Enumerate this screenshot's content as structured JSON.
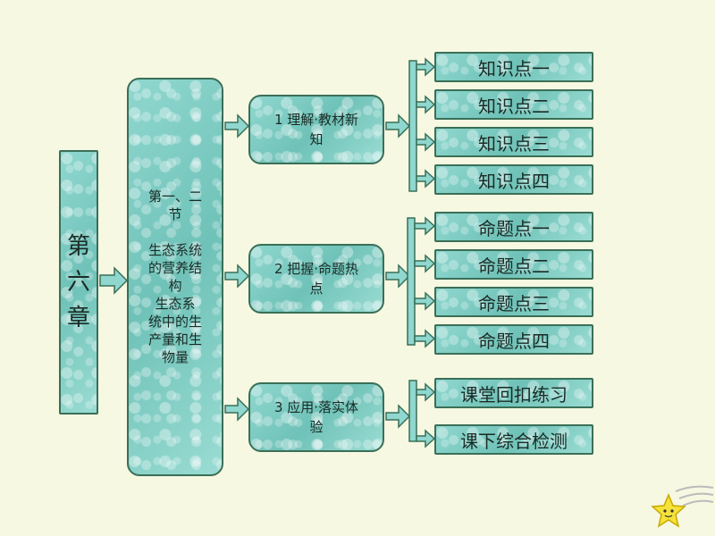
{
  "chapter": {
    "chars": [
      "第",
      "六",
      "章"
    ]
  },
  "section": {
    "line1": "第一、二",
    "line2": "节",
    "title_lines": [
      "生态系统",
      "的营养结",
      "构",
      "生态系",
      "统中的生",
      "产量和生",
      "物量"
    ]
  },
  "steps": [
    {
      "line1": "1  理解·教材新",
      "line2": "知"
    },
    {
      "line1": "2  把握·命题热",
      "line2": "点"
    },
    {
      "line1": "3  应用·落实体",
      "line2": "验"
    }
  ],
  "leaves_1": [
    "知识点一",
    "知识点二",
    "知识点三",
    "知识点四"
  ],
  "leaves_2": [
    "命题点一",
    "命题点二",
    "命题点三",
    "命题点四"
  ],
  "leaves_3": [
    "课堂回扣练习",
    "课下综合检测"
  ],
  "colors": {
    "box_fill": "#7fcfc5",
    "border": "#3a6f57",
    "background": "#f6f8e2",
    "star": "#f5e23a"
  }
}
